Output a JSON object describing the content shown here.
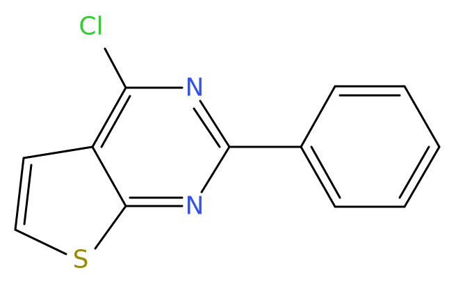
{
  "atoms": {
    "chlorine": {
      "label": "Cl",
      "color": "#33cc33"
    },
    "nitrogen_top": {
      "label": "N",
      "color": "#3050f8"
    },
    "nitrogen_bottom": {
      "label": "N",
      "color": "#3050f8"
    },
    "sulfur": {
      "label": "S",
      "color": "#9a8a00"
    }
  },
  "colors": {
    "bond": "#000000",
    "background": "#ffffff"
  }
}
